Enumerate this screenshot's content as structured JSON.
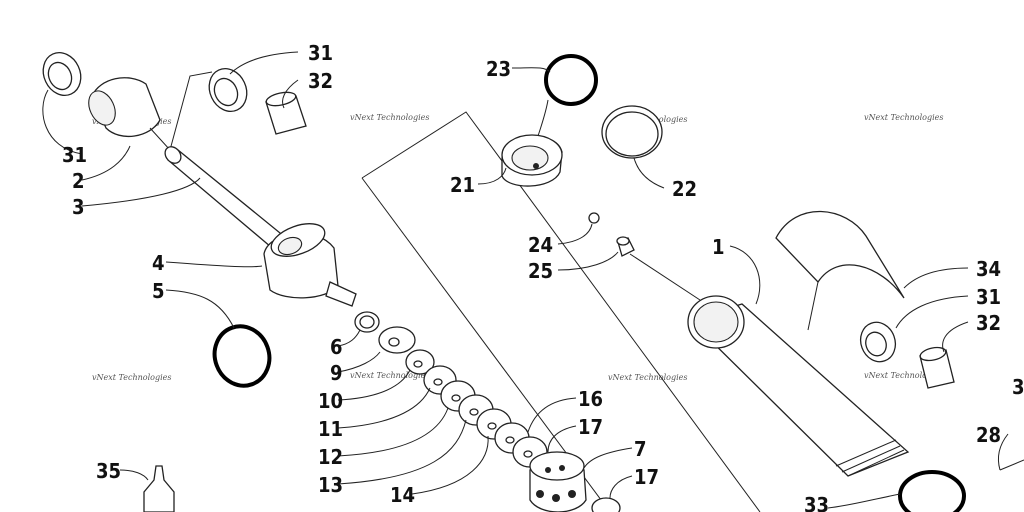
{
  "callouts": {
    "c1": "1",
    "c2": "2",
    "c3": "3",
    "c4": "4",
    "c5": "5",
    "c6": "6",
    "c7": "7",
    "c9": "9",
    "c10": "10",
    "c11": "11",
    "c12": "12",
    "c13": "13",
    "c14": "14",
    "c16": "16",
    "c17a": "17",
    "c17b": "17",
    "c21": "21",
    "c22": "22",
    "c23": "23",
    "c24": "24",
    "c25": "25",
    "c28": "28",
    "c31a": "31",
    "c31b": "31",
    "c31c": "31",
    "c32a": "32",
    "c32b": "32",
    "c33": "33",
    "c34": "34",
    "c35": "35",
    "c36": "3"
  },
  "watermark": "vNext Technologies",
  "colors": {
    "line": "#222222",
    "oring": "#000000",
    "background": "#ffffff"
  }
}
